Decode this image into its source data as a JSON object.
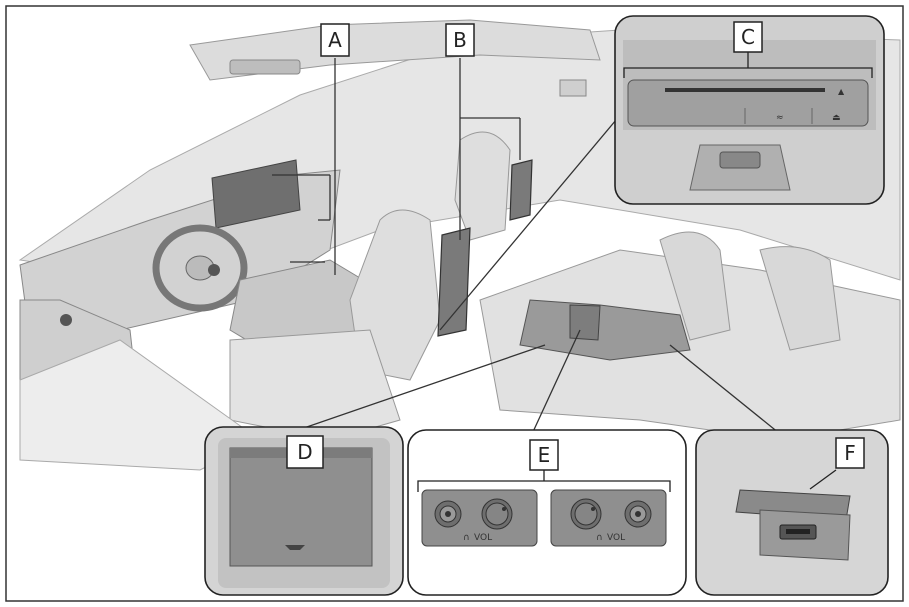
{
  "callouts": {
    "a": "A",
    "b": "B",
    "c": "C",
    "d": "D",
    "e": "E",
    "f": "F"
  },
  "jack_labels": {
    "left_vol": "VOL",
    "right_vol": "VOL"
  },
  "colors": {
    "panel_gray": "#8f8f8f",
    "dark_gray": "#6f6f6f",
    "light_gray": "#d9d9d9",
    "line": "#444444"
  }
}
